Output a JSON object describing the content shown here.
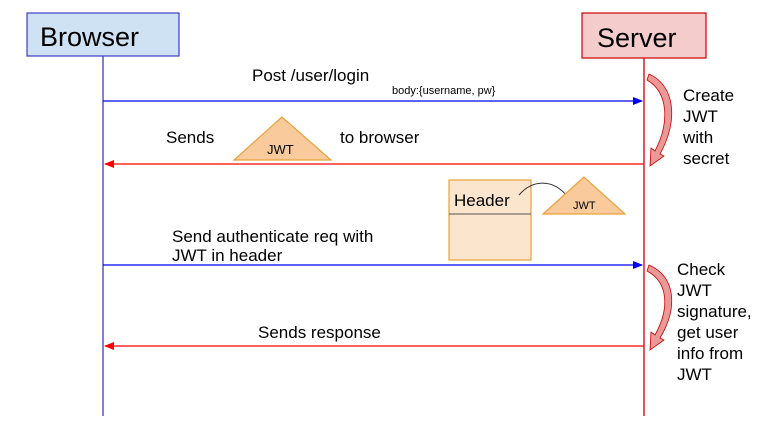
{
  "participants": {
    "browser": {
      "label": "Browser"
    },
    "server": {
      "label": "Server"
    }
  },
  "messages": {
    "post_login": {
      "label": "Post /user/login",
      "sublabel": "body:{username, pw}"
    },
    "sends_jwt": {
      "label_before": "Sends",
      "token_label": "JWT",
      "label_after": "to browser"
    },
    "auth_request": {
      "line1": "Send authenticate req with",
      "line2": "JWT in header"
    },
    "sends_response": {
      "label": "Sends response"
    }
  },
  "header_box": {
    "label": "Header",
    "token_label": "JWT"
  },
  "notes": {
    "create_jwt": [
      "Create",
      "JWT",
      "with",
      "secret"
    ],
    "check_jwt": [
      "Check",
      "JWT",
      "signature,",
      "get user",
      "info from",
      "JWT"
    ]
  },
  "colors": {
    "browser_fill": "#cfe2f3",
    "browser_stroke": "#3c3cc8",
    "server_fill": "#f4cccc",
    "server_stroke": "#cc0000",
    "request_arrow": "#0000ff",
    "response_arrow": "#ff0000",
    "token_fill": "#f9cb9c",
    "token_stroke": "#e6a23c",
    "header_fill": "#fce5cd",
    "process_arrow_fill": "#ea9999"
  }
}
